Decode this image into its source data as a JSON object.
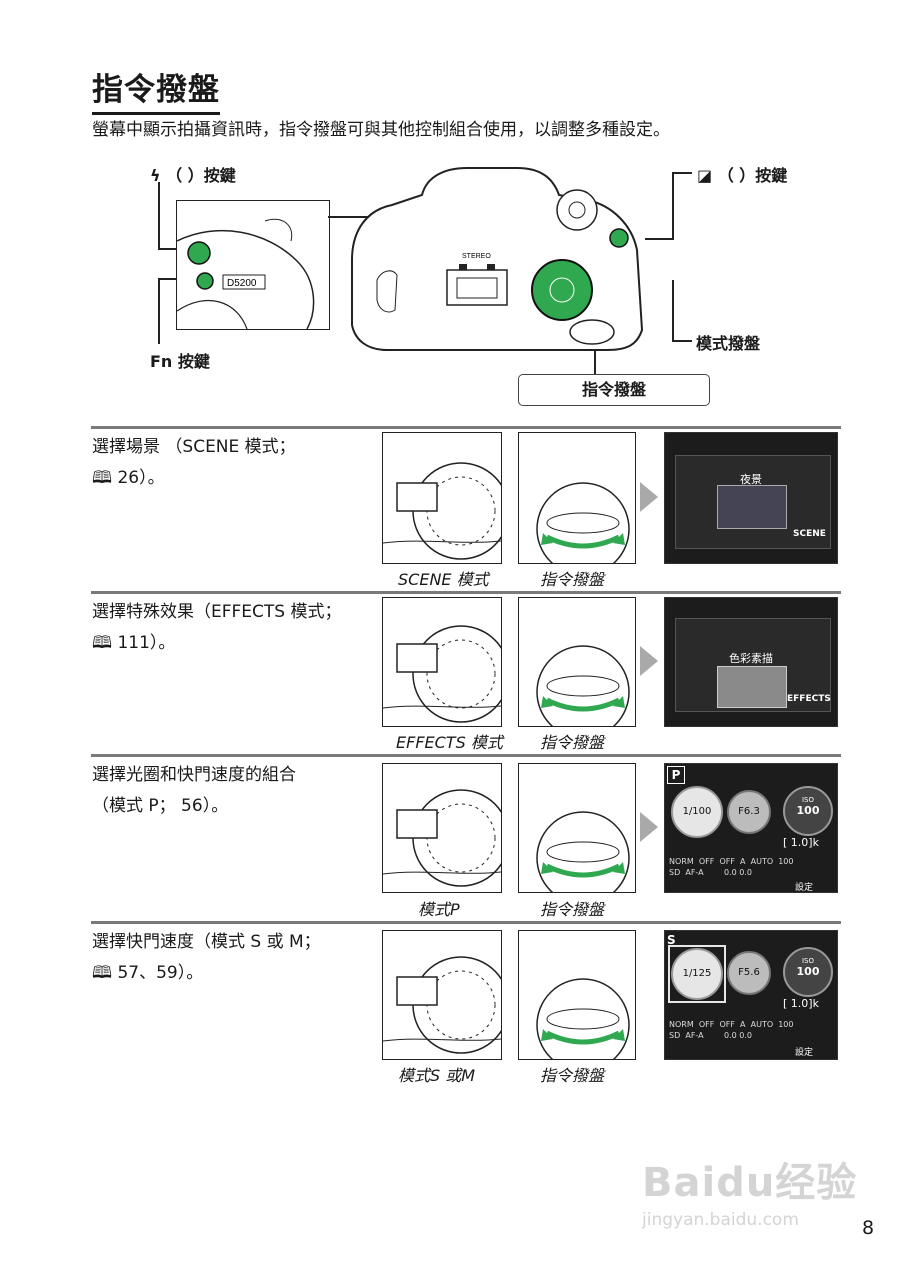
{
  "page": {
    "title": "指令撥盤",
    "intro": "螢幕中顯示拍攝資訊時，指令撥盤可與其他控制組合使用，以調整多種設定。",
    "page_number": "8"
  },
  "diagram": {
    "flash_button_label": "（ ）按鍵",
    "exposure_button_label": "（ ）按鍵",
    "fn_button_label": "Fn 按鍵",
    "mode_dial_label": "模式撥盤",
    "command_dial_label": "指令撥盤",
    "camera_model_text": "D5200",
    "stereo_text": "STEREO"
  },
  "rows": [
    {
      "desc_line1": "選擇場景 （SCENE 模式；",
      "desc_line2": " 26）。",
      "dial_caption": "SCENE 模式",
      "command_caption": "指令撥盤",
      "lcd_title": "夜景",
      "lcd_mode": "SCENE"
    },
    {
      "desc_line1": "選擇特殊效果（EFFECTS 模式；",
      "desc_line2": " 111）。",
      "dial_caption": "EFFECTS 模式",
      "command_caption": "指令撥盤",
      "lcd_title": "色彩素描",
      "lcd_mode": "EFFECTS"
    },
    {
      "desc_line1": "選擇光圈和快門速度的組合",
      "desc_line2": "（模式 P； 56）。",
      "dial_caption": "模式P",
      "command_caption": "指令撥盤",
      "lcd_shutter": "1/100",
      "lcd_aperture": "F6.3",
      "lcd_iso_label": "ISO",
      "lcd_iso": "100",
      "lcd_mode_letter": "P",
      "lcd_comp": "[ 1.0]k",
      "lcd_set": "設定"
    },
    {
      "desc_line1": "選擇快門速度（模式 S 或 M；",
      "desc_line2": " 57、59）。",
      "dial_caption": "模式S 或M",
      "command_caption": "指令撥盤",
      "lcd_shutter": "1/125",
      "lcd_aperture": "F5.6",
      "lcd_iso_label": "ISO",
      "lcd_iso": "100",
      "lcd_mode_letter": "S",
      "lcd_comp": "[ 1.0]k",
      "lcd_set": "設定"
    }
  ],
  "lcd_info": {
    "row1": [
      "NORM",
      "",
      "OFF",
      "OFF",
      "A",
      "AUTO",
      "100"
    ],
    "row2": [
      "SD",
      "AF-A",
      "",
      "",
      "",
      "0.0",
      "0.0"
    ]
  },
  "watermark": {
    "brand": "Baidu经验",
    "url": "jingyan.baidu.com"
  },
  "colors": {
    "accent_green": "#2fa84f",
    "lcd_bg": "#1c1c1c",
    "rule_gray": "#7a7a7a"
  }
}
